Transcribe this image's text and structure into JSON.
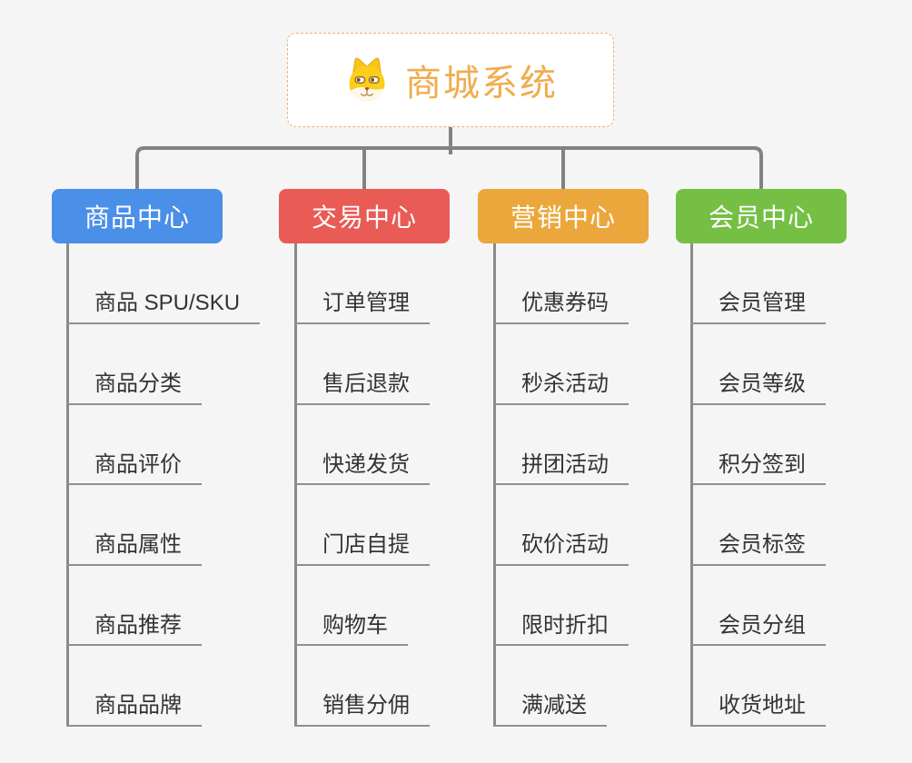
{
  "root": {
    "title": "商城系统",
    "icon": "dog-face-icon"
  },
  "branches": [
    {
      "label": "商品中心",
      "color": "#4A8FE8",
      "items": [
        "商品 SPU/SKU",
        "商品分类",
        "商品评价",
        "商品属性",
        "商品推荐",
        "商品品牌"
      ]
    },
    {
      "label": "交易中心",
      "color": "#E95B55",
      "items": [
        "订单管理",
        "售后退款",
        "快递发货",
        "门店自提",
        "购物车",
        "销售分佣"
      ]
    },
    {
      "label": "营销中心",
      "color": "#EBA73B",
      "items": [
        "优惠券码",
        "秒杀活动",
        "拼团活动",
        "砍价活动",
        "限时折扣",
        "满减送"
      ]
    },
    {
      "label": "会员中心",
      "color": "#75C044",
      "items": [
        "会员管理",
        "会员等级",
        "积分签到",
        "会员标签",
        "会员分组",
        "收货地址"
      ]
    }
  ],
  "colors": {
    "background": "#F5F5F5",
    "connector": "#828282",
    "underline": "#8F8F8F",
    "item_text": "#333333",
    "root_border": "#F0B269",
    "root_title": "#F0AC4D",
    "node_text": "#FFFFFF"
  }
}
